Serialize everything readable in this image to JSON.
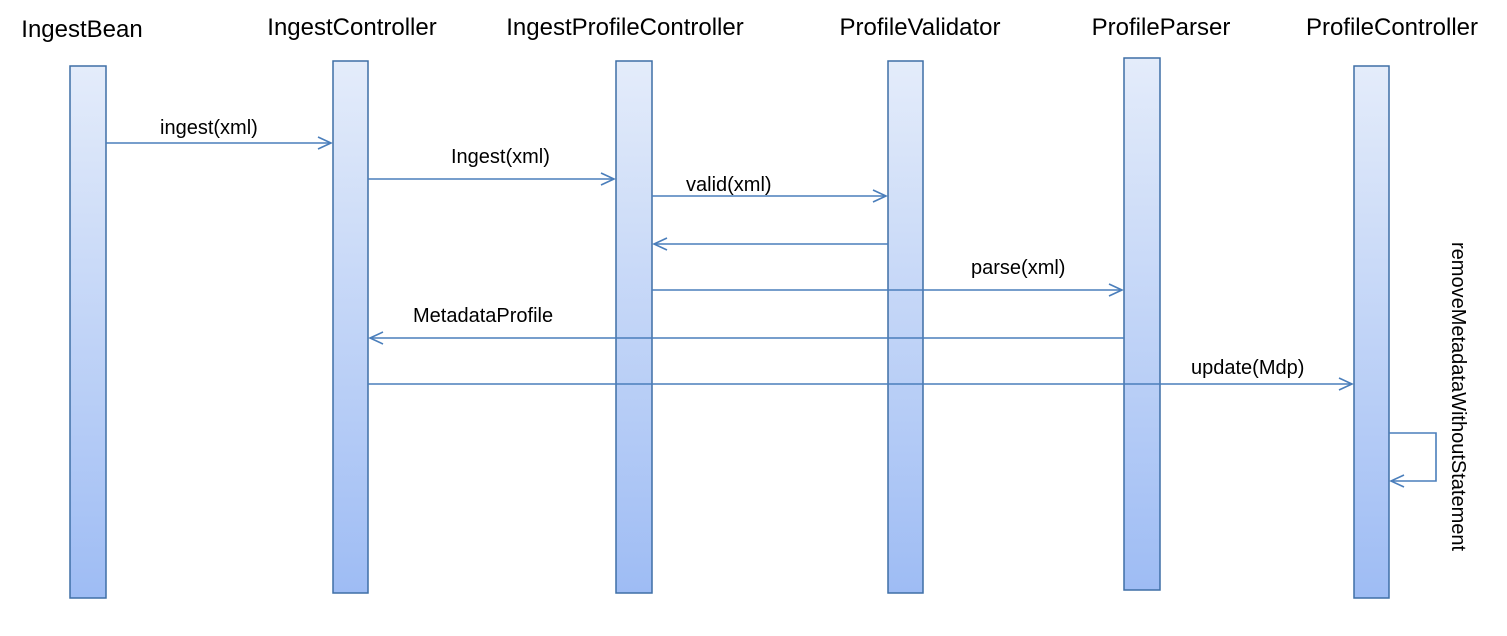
{
  "lifelines": [
    {
      "id": "ingest-bean",
      "label": "IngestBean"
    },
    {
      "id": "ingest-controller",
      "label": "IngestController"
    },
    {
      "id": "ingest-profile-controller",
      "label": "IngestProfileController"
    },
    {
      "id": "profile-validator",
      "label": "ProfileValidator"
    },
    {
      "id": "profile-parser",
      "label": "ProfileParser"
    },
    {
      "id": "profile-controller",
      "label": "ProfileController"
    }
  ],
  "messages": [
    {
      "from": "ingest-bean",
      "to": "ingest-controller",
      "label": "ingest(xml)"
    },
    {
      "from": "ingest-controller",
      "to": "ingest-profile-controller",
      "label": "Ingest(xml)"
    },
    {
      "from": "ingest-profile-controller",
      "to": "profile-validator",
      "label": "valid(xml)"
    },
    {
      "from": "profile-validator",
      "to": "ingest-profile-controller",
      "label": ""
    },
    {
      "from": "ingest-profile-controller",
      "to": "profile-parser",
      "label": "parse(xml)"
    },
    {
      "from": "profile-parser",
      "to": "ingest-controller",
      "label": "MetadataProfile"
    },
    {
      "from": "ingest-controller",
      "to": "profile-controller",
      "label": "update(Mdp)"
    },
    {
      "from": "profile-controller",
      "to": "profile-controller",
      "label": "removeMetadataWithoutStatement",
      "self": true
    }
  ],
  "colors": {
    "bar_top": "#e4ecfa",
    "bar_bottom": "#9ebcf4",
    "bar_border": "#3e6fa6",
    "arrow": "#4a7ebb"
  }
}
